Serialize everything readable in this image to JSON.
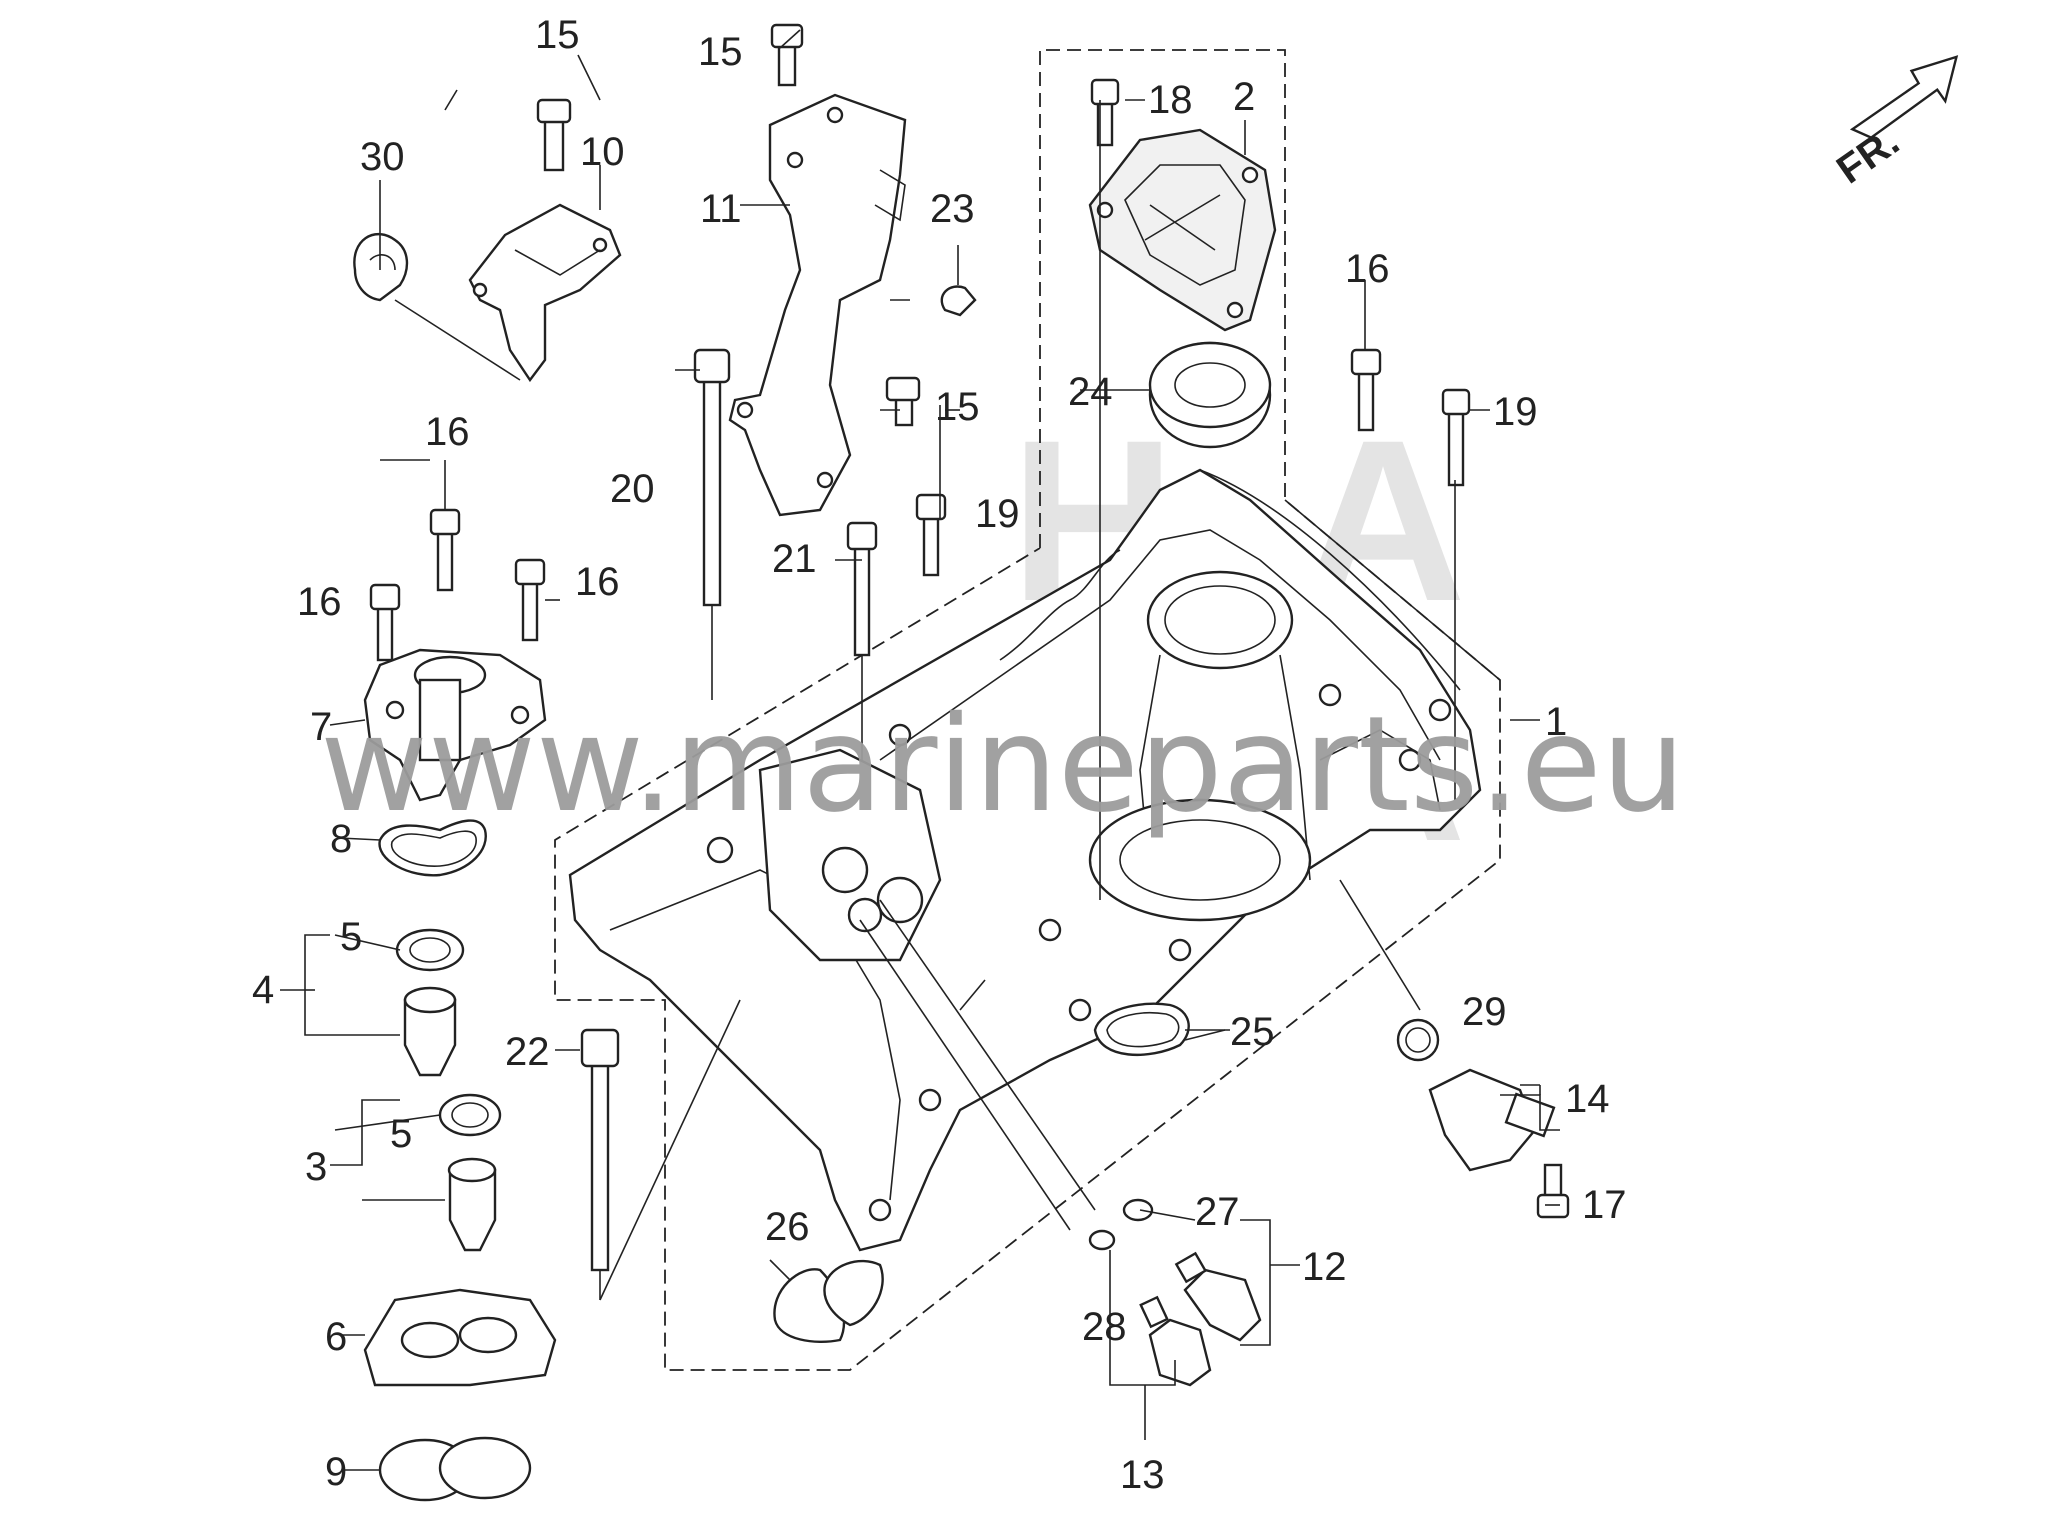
{
  "diagram": {
    "direction_marker": "FR.",
    "watermark": "www.marineparts.eu",
    "callouts": {
      "c1": "1",
      "c2": "2",
      "c3": "3",
      "c4": "4",
      "c5a": "5",
      "c5b": "5",
      "c6": "6",
      "c7": "7",
      "c8": "8",
      "c9": "9",
      "c10": "10",
      "c11": "11",
      "c12": "12",
      "c13": "13",
      "c14": "14",
      "c15a": "15",
      "c15b": "15",
      "c15c": "15",
      "c16a": "16",
      "c16b": "16",
      "c16c": "16",
      "c16d": "16",
      "c17": "17",
      "c18": "18",
      "c19a": "19",
      "c19b": "19",
      "c20": "20",
      "c21": "21",
      "c22": "22",
      "c23": "23",
      "c24": "24",
      "c25": "25",
      "c26": "26",
      "c27": "27",
      "c28": "28",
      "c29": "29",
      "c30": "30"
    },
    "colors": {
      "line": "#222222",
      "watermark": "#9c9c9c",
      "background": "#ffffff"
    }
  }
}
